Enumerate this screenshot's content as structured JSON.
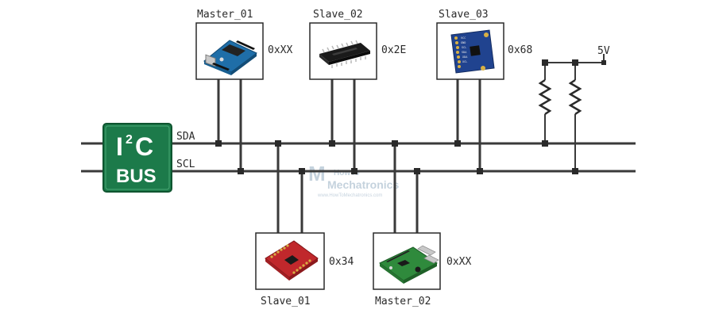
{
  "bus_badge": {
    "line1_main": "I",
    "line1_sup": "2",
    "line1_end": "C",
    "line2": "BUS",
    "color": "#1c7a4a"
  },
  "lines": {
    "sda_label": "SDA",
    "scl_label": "SCL",
    "power_label": "5V"
  },
  "devices": {
    "master_01": {
      "name": "Master_01",
      "address": "0xXX",
      "icon": "arduino-board-icon"
    },
    "slave_02": {
      "name": "Slave_02",
      "address": "0x2E",
      "icon": "dip-chip-icon"
    },
    "slave_03": {
      "name": "Slave_03",
      "address": "0x68",
      "icon": "sensor-module-icon"
    },
    "slave_01": {
      "name": "Slave_01",
      "address": "0x34",
      "icon": "breakout-board-icon"
    },
    "master_02": {
      "name": "Master_02",
      "address": "0xXX",
      "icon": "raspberry-pi-icon"
    }
  },
  "watermark": {
    "line1": "HowTo",
    "line2": "Mechatronics",
    "url": "www.HowToMechatronics.com"
  },
  "colors": {
    "wire": "#3a3a3a",
    "box_border": "#2a2a2a",
    "resistor": "#2a2a2a"
  }
}
